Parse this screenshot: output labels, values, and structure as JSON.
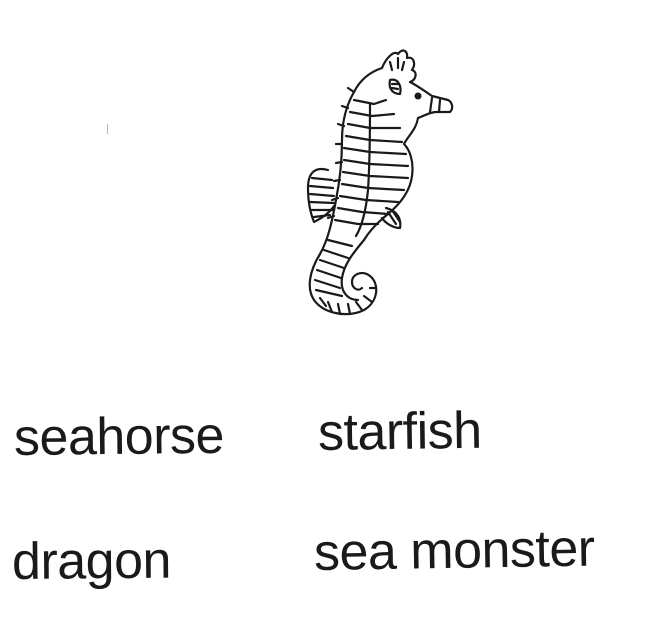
{
  "illustration": {
    "subject": "seahorse",
    "icon": "seahorse-drawing"
  },
  "choices": [
    "seahorse",
    "starfish",
    "dragon",
    "sea monster"
  ]
}
